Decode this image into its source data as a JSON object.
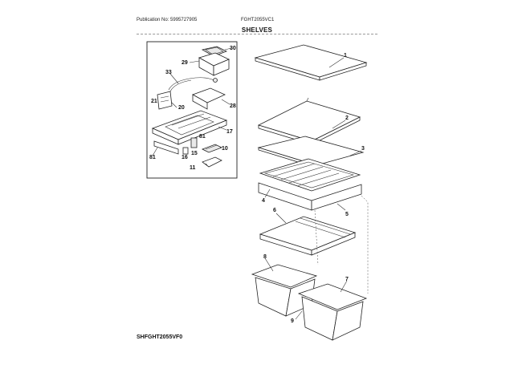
{
  "header": {
    "publication": "Publication No: 5995727905",
    "model": "FGHT2055VC1",
    "section_title": "SHELVES"
  },
  "footer": {
    "drawing_code": "SHFGHT2055VF0"
  },
  "callouts": {
    "p1": "1",
    "p2": "2",
    "p3": "3",
    "p4": "4",
    "p5": "5",
    "p6": "6",
    "p7": "7",
    "p8": "8",
    "p9": "9",
    "p10": "10",
    "p11": "11",
    "p15": "15",
    "p16": "16",
    "p17": "17",
    "p20": "20",
    "p21": "21",
    "p28": "28",
    "p29": "29",
    "p30": "30",
    "p33": "33",
    "p81a": "81",
    "p81b": "81"
  }
}
